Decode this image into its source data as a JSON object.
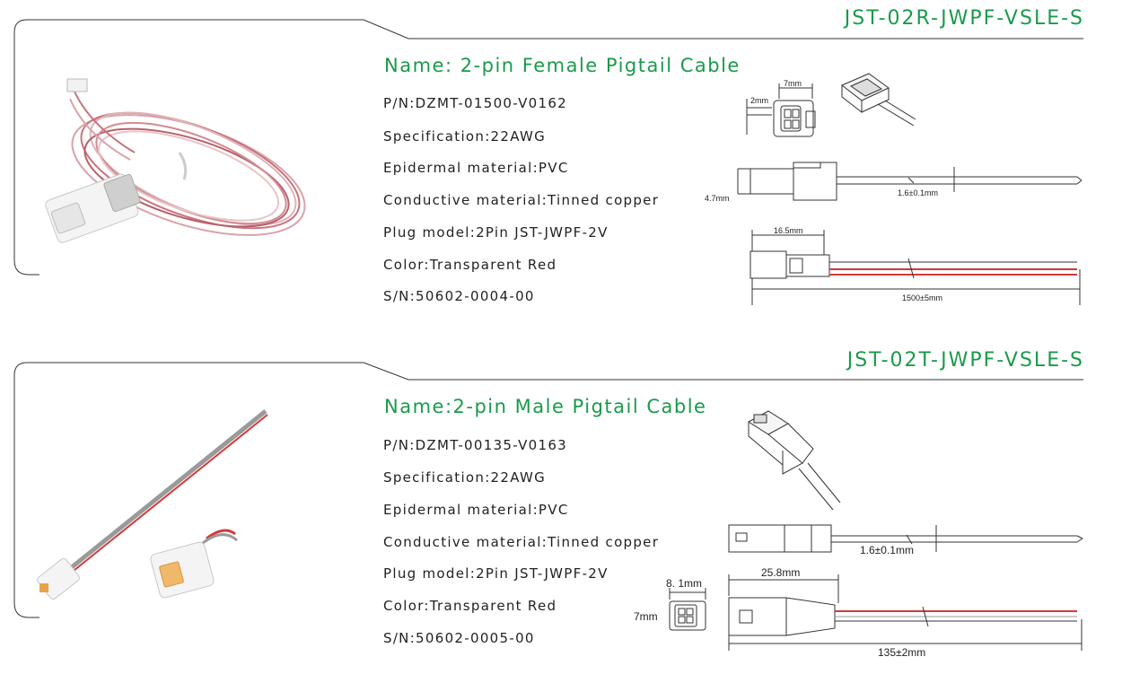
{
  "products": [
    {
      "code": "JST-02R-JWPF-VSLE-S",
      "name": "Name:  2-pin Female Pigtail Cable",
      "specs": [
        "P/N:DZMT-01500-V0162",
        "Specification:22AWG",
        "Epidermal material:PVC",
        "Conductive material:Tinned copper",
        "Plug model:2Pin JST-JWPF-2V",
        "Color:Transparent Red",
        "S/N:50602-0004-00"
      ],
      "dims": {
        "width": "7mm",
        "height": "2mm",
        "plug_height": "4.7mm",
        "wire_dia": "1.6±0.1mm",
        "plug_len": "16.5mm",
        "cable_len": "1500±5mm"
      }
    },
    {
      "code": "JST-02T-JWPF-VSLE-S",
      "name": "Name:2-pin Male Pigtail Cable",
      "specs": [
        "P/N:DZMT-00135-V0163",
        "Specification:22AWG",
        "Epidermal material:PVC",
        "Conductive material:Tinned copper",
        "Plug model:2Pin JST-JWPF-2V",
        "Color:Transparent Red",
        "S/N:50602-0005-00"
      ],
      "dims": {
        "wire_dia": "1.6±0.1mm",
        "plug_len": "25.8mm",
        "face_width": "8. 1mm",
        "face_height": "7mm",
        "cable_len": "135±2mm"
      }
    }
  ],
  "colors": {
    "accent": "#1a9a4a",
    "wire_red": "#d23a3a",
    "wire_grey": "#9a9a9a"
  }
}
